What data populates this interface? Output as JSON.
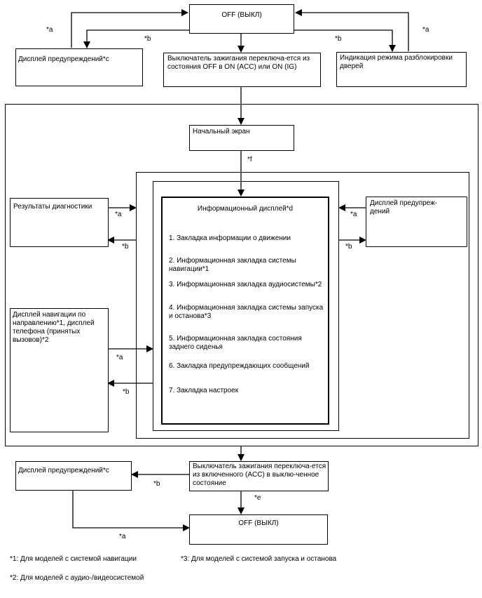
{
  "nodes": {
    "off_top": "OFF (ВЫКЛ)",
    "warn_left_top": "Дисплей предупреждений*c",
    "ignition_on": "Выключатель зажигания переключа-ется из состояния OFF в ON (ACC) или ON (IG)",
    "unlock_mode": "Индикация режима разблокировки дверей",
    "start_screen": "Начальный экран",
    "diagnostics": "Результаты диагностики",
    "warn_right": "Дисплей предупреж-дений",
    "nav_phone": "Дисплей навигации по направлению*1, дисплей телефона (принятых вызовов)*2",
    "info_display": "Информационный дисплей*d",
    "ignition_off": "Выключатель зажигания переключа-ется из включенного (ACC) в выклю-ченное состояние",
    "warn_left_bottom": "Дисплей предупреждений*c",
    "off_bottom": "OFF (ВЫКЛ)"
  },
  "tabs": [
    "1. Закладка информации о движении",
    "2. Информационная закладка системы навигации*1",
    "3. Информационная закладка аудиосистемы*2",
    "4. Информационная закладка системы запуска и останова*3",
    "5. Информационная закладка состояния заднего сиденья",
    "6. Закладка предупреждающих сообщений",
    "7. Закладка настроек"
  ],
  "edge_labels": {
    "a1": "*a",
    "b1": "*b",
    "b2": "*b",
    "a2": "*a",
    "f": "*f",
    "a_diag": "*a",
    "b_diag": "*b",
    "a_warnr": "*a",
    "b_warnr": "*b",
    "a_nav": "*a",
    "b_nav": "*b",
    "b_bottom": "*b",
    "e": "*e",
    "a_bottom": "*a"
  },
  "footnotes": {
    "n1": "*1: Для моделей с системой навигации",
    "n3": "*3: Для моделей с системой запуска и останова",
    "n2": "*2: Для моделей с аудио-/видеосистемой"
  }
}
